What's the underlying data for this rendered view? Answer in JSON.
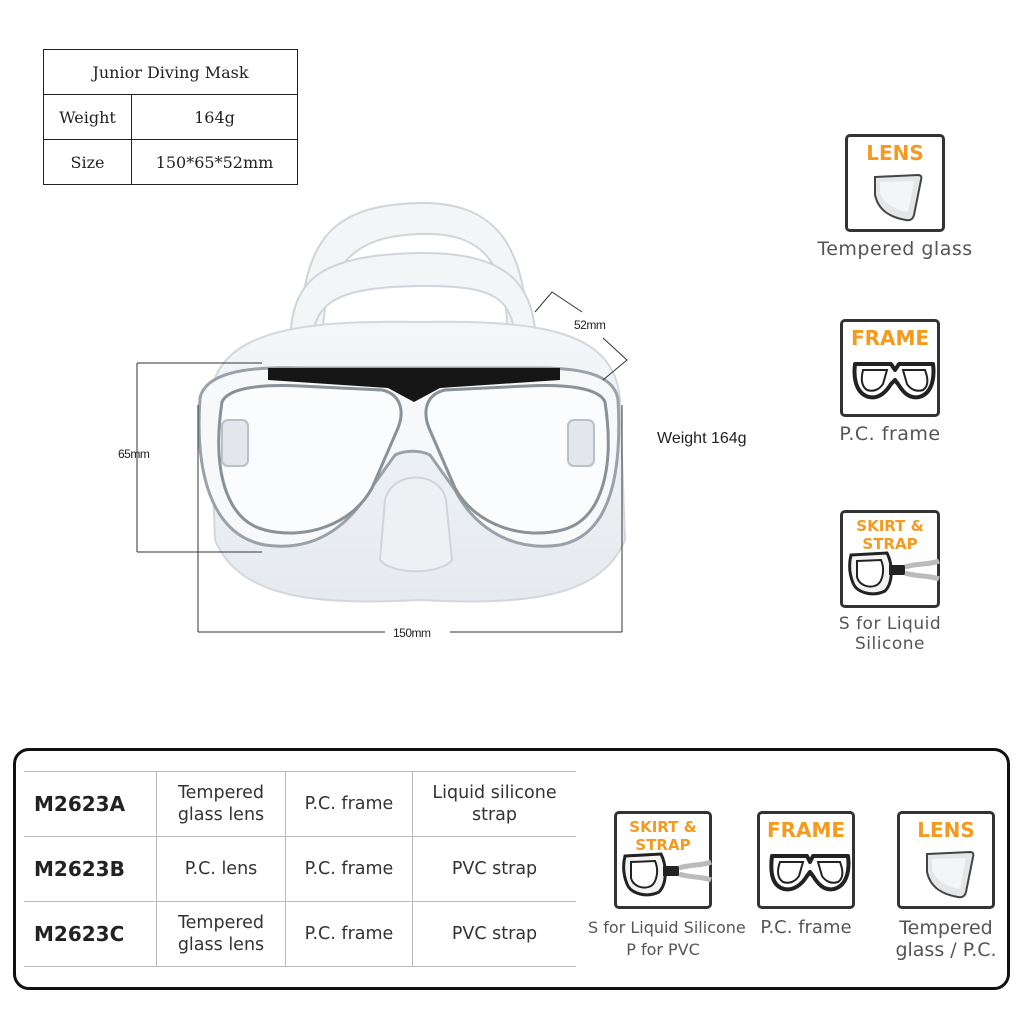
{
  "spec_table": {
    "title": "Junior Diving Mask",
    "rows": [
      {
        "label": "Weight",
        "value": "164g"
      },
      {
        "label": "Size",
        "value": "150*65*52mm"
      }
    ]
  },
  "dimensions": {
    "depth": "52mm",
    "height": "65mm",
    "width": "150mm",
    "weight": "Weight 164g"
  },
  "features": {
    "lens": {
      "title": "LENS",
      "caption": "Tempered glass",
      "icon": "lens-icon"
    },
    "frame": {
      "title": "FRAME",
      "caption": "P.C. frame",
      "icon": "frame-icon"
    },
    "skirt": {
      "title": "SKIRT & STRAP",
      "caption": "S for Liquid Silicone",
      "icon": "skirt-strap-icon"
    }
  },
  "models": [
    {
      "code": "M2623A",
      "lens": "Tempered glass lens",
      "frame": "P.C. frame",
      "strap": "Liquid silicone strap"
    },
    {
      "code": "M2623B",
      "lens": "P.C. lens",
      "frame": "P.C. frame",
      "strap": "PVC strap"
    },
    {
      "code": "M2623C",
      "lens": "Tempered glass lens",
      "frame": "P.C. frame",
      "strap": "PVC strap"
    }
  ],
  "bottom_features": {
    "skirt": {
      "title": "SKIRT & STRAP",
      "caption_line1": "S for Liquid Silicone",
      "caption_line2": "P for PVC"
    },
    "frame": {
      "title": "FRAME",
      "caption_line1": "P.C. frame"
    },
    "lens": {
      "title": "LENS",
      "caption_line1": "Tempered",
      "caption_line2": "glass / P.C."
    }
  },
  "colors": {
    "accent_orange": "#f39a1f",
    "border": "#333333",
    "text": "#222222"
  }
}
